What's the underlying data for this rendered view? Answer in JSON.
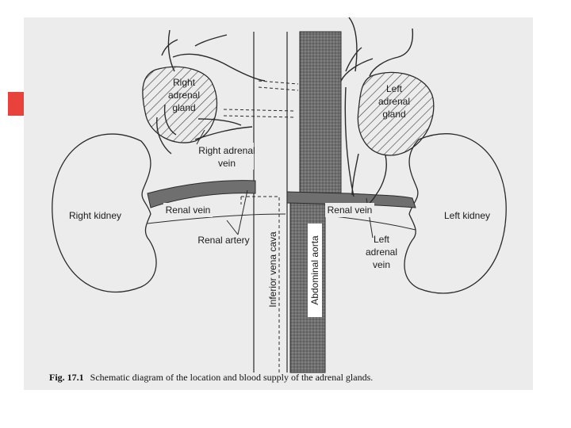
{
  "diagram": {
    "labels": {
      "right_adrenal_gland": [
        "Right",
        "adrenal",
        "gland"
      ],
      "left_adrenal_gland": [
        "Left",
        "adrenal",
        "gland"
      ],
      "right_adrenal_vein": [
        "Right adrenal",
        "vein"
      ],
      "right_kidney": "Right kidney",
      "left_kidney": "Left kidney",
      "renal_vein_right": "Renal vein",
      "renal_vein_left": "Renal vein",
      "renal_artery": "Renal artery",
      "left_adrenal_vein": [
        "Left",
        "adrenal",
        "vein"
      ],
      "inferior_vena_cava": "Inferior vena cava",
      "abdominal_aorta": "Abdominal aorta"
    },
    "caption": {
      "figure_number": "Fig. 17.1",
      "text": "Schematic diagram of the location and blood supply of the adrenal glands."
    },
    "colors": {
      "accent_marker": "#e8423b",
      "figure_background": "#ececec",
      "vessel_fill": "#6f6f6f",
      "line": "#2a2a2a"
    }
  }
}
